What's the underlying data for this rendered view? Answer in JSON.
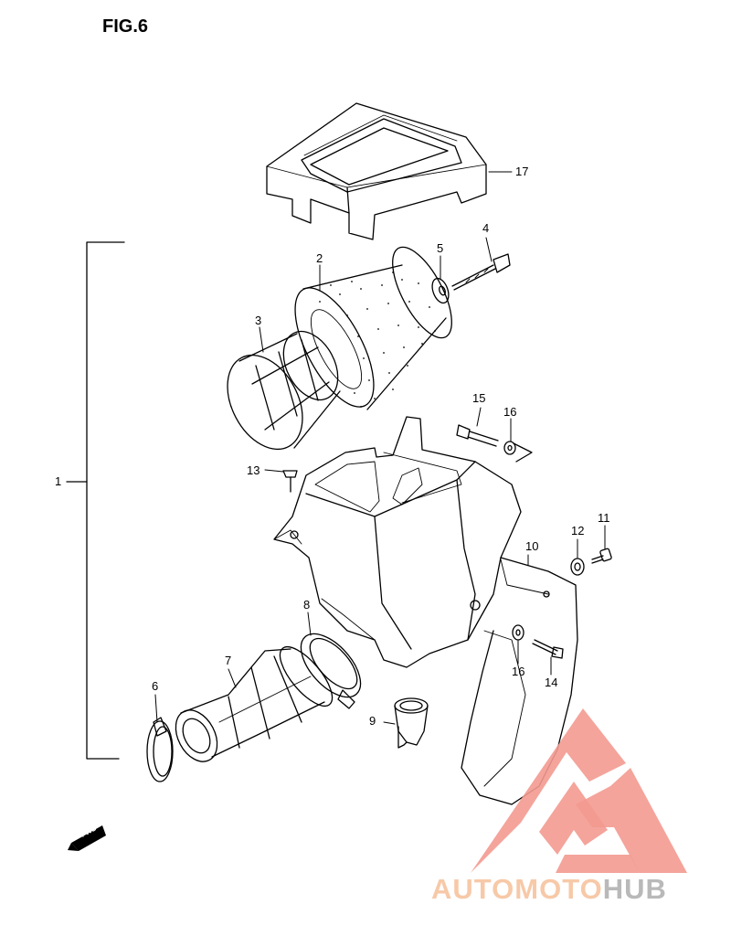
{
  "figure": {
    "title": "FIG.6"
  },
  "callouts": [
    {
      "id": "1",
      "label": "1"
    },
    {
      "id": "2",
      "label": "2"
    },
    {
      "id": "3",
      "label": "3"
    },
    {
      "id": "4",
      "label": "4"
    },
    {
      "id": "5",
      "label": "5"
    },
    {
      "id": "6",
      "label": "6"
    },
    {
      "id": "7",
      "label": "7"
    },
    {
      "id": "8",
      "label": "8"
    },
    {
      "id": "9",
      "label": "9"
    },
    {
      "id": "10",
      "label": "10"
    },
    {
      "id": "11",
      "label": "11"
    },
    {
      "id": "12",
      "label": "12"
    },
    {
      "id": "13",
      "label": "13"
    },
    {
      "id": "14",
      "label": "14"
    },
    {
      "id": "15",
      "label": "15"
    },
    {
      "id": "16a",
      "label": "16"
    },
    {
      "id": "16b",
      "label": "16"
    },
    {
      "id": "17",
      "label": "17"
    }
  ],
  "fwd_arrow": {
    "label": "FWD"
  },
  "watermark": {
    "text_accent": "AUTOMOTO",
    "text_neutral": "HUB",
    "accent_color": "#f39a90",
    "neutral_color": "#b9b9b9"
  }
}
